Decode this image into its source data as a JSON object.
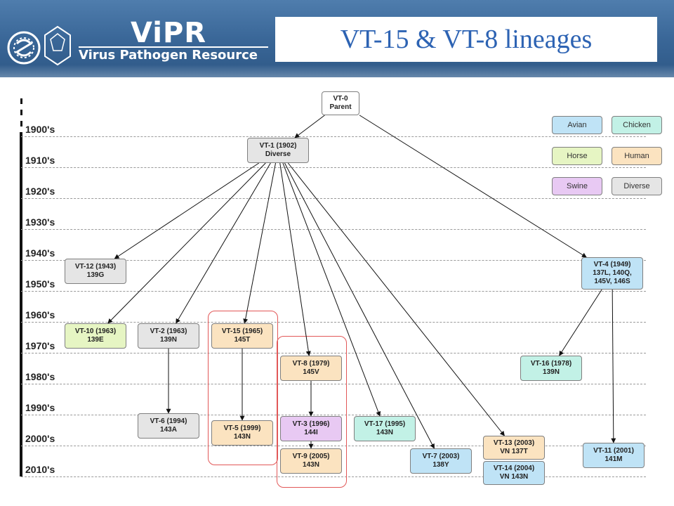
{
  "header": {
    "brand": "ViPR",
    "tagline": "Virus Pathogen Resource",
    "title": "VT-15 & VT-8 lineages"
  },
  "decades": [
    "1900's",
    "1910's",
    "1920's",
    "1930's",
    "1940's",
    "1950's",
    "1960's",
    "1970's",
    "1980's",
    "1990's",
    "2000's",
    "2010's"
  ],
  "legend": {
    "avian": "Avian",
    "chicken": "Chicken",
    "horse": "Horse",
    "human": "Human",
    "swine": "Swine",
    "diverse": "Diverse"
  },
  "nodes": {
    "vt0": {
      "line1": "VT-0",
      "line2": "Parent",
      "host": "parent"
    },
    "vt1": {
      "line1": "VT-1 (1902)",
      "line2": "Diverse",
      "host": "diverse"
    },
    "vt12": {
      "line1": "VT-12 (1943)",
      "line2": "139G",
      "host": "diverse"
    },
    "vt4": {
      "line1": "VT-4 (1949)",
      "line2": "137L, 140Q,",
      "line3": "145V, 146S",
      "host": "avian"
    },
    "vt10": {
      "line1": "VT-10 (1963)",
      "line2": "139E",
      "host": "horse"
    },
    "vt2": {
      "line1": "VT-2 (1963)",
      "line2": "139N",
      "host": "diverse"
    },
    "vt15": {
      "line1": "VT-15 (1965)",
      "line2": "145T",
      "host": "human"
    },
    "vt8": {
      "line1": "VT-8 (1979)",
      "line2": "145V",
      "host": "human"
    },
    "vt16": {
      "line1": "VT-16 (1978)",
      "line2": "139N",
      "host": "chicken"
    },
    "vt6": {
      "line1": "VT-6 (1994)",
      "line2": "143A",
      "host": "diverse"
    },
    "vt5": {
      "line1": "VT-5 (1999)",
      "line2": "143N",
      "host": "human"
    },
    "vt3": {
      "line1": "VT-3 (1996)",
      "line2": "144I",
      "host": "swine"
    },
    "vt17": {
      "line1": "VT-17 (1995)",
      "line2": "143N",
      "host": "chicken"
    },
    "vt9": {
      "line1": "VT-9 (2005)",
      "line2": "143N",
      "host": "human"
    },
    "vt7": {
      "line1": "VT-7 (2003)",
      "line2": "138Y",
      "host": "avian"
    },
    "vt13": {
      "line1": "VT-13 (2003)",
      "line2": "VN 137T",
      "host": "human"
    },
    "vt14": {
      "line1": "VT-14 (2004)",
      "line2": "VN 143N",
      "host": "avian"
    },
    "vt11": {
      "line1": "VT-11 (2001)",
      "line2": "141M",
      "host": "avian"
    }
  },
  "edges": [
    [
      "vt0",
      "vt1"
    ],
    [
      "vt0",
      "vt4"
    ],
    [
      "vt1",
      "vt12"
    ],
    [
      "vt1",
      "vt10"
    ],
    [
      "vt1",
      "vt2"
    ],
    [
      "vt1",
      "vt15"
    ],
    [
      "vt1",
      "vt8"
    ],
    [
      "vt1",
      "vt17"
    ],
    [
      "vt1",
      "vt7"
    ],
    [
      "vt1",
      "vt13"
    ],
    [
      "vt2",
      "vt6"
    ],
    [
      "vt15",
      "vt5"
    ],
    [
      "vt8",
      "vt3"
    ],
    [
      "vt3",
      "vt9"
    ],
    [
      "vt4",
      "vt16"
    ],
    [
      "vt4",
      "vt11"
    ]
  ],
  "colors": {
    "header_bg": "#3a6798",
    "title": "#2d63b3",
    "highlight": "#e25858",
    "avian": "#bfe3f6",
    "chicken": "#c2f1e6",
    "horse": "#e6f5c3",
    "human": "#fbe3c0",
    "swine": "#e8c9f3",
    "diverse": "#e5e5e5"
  }
}
